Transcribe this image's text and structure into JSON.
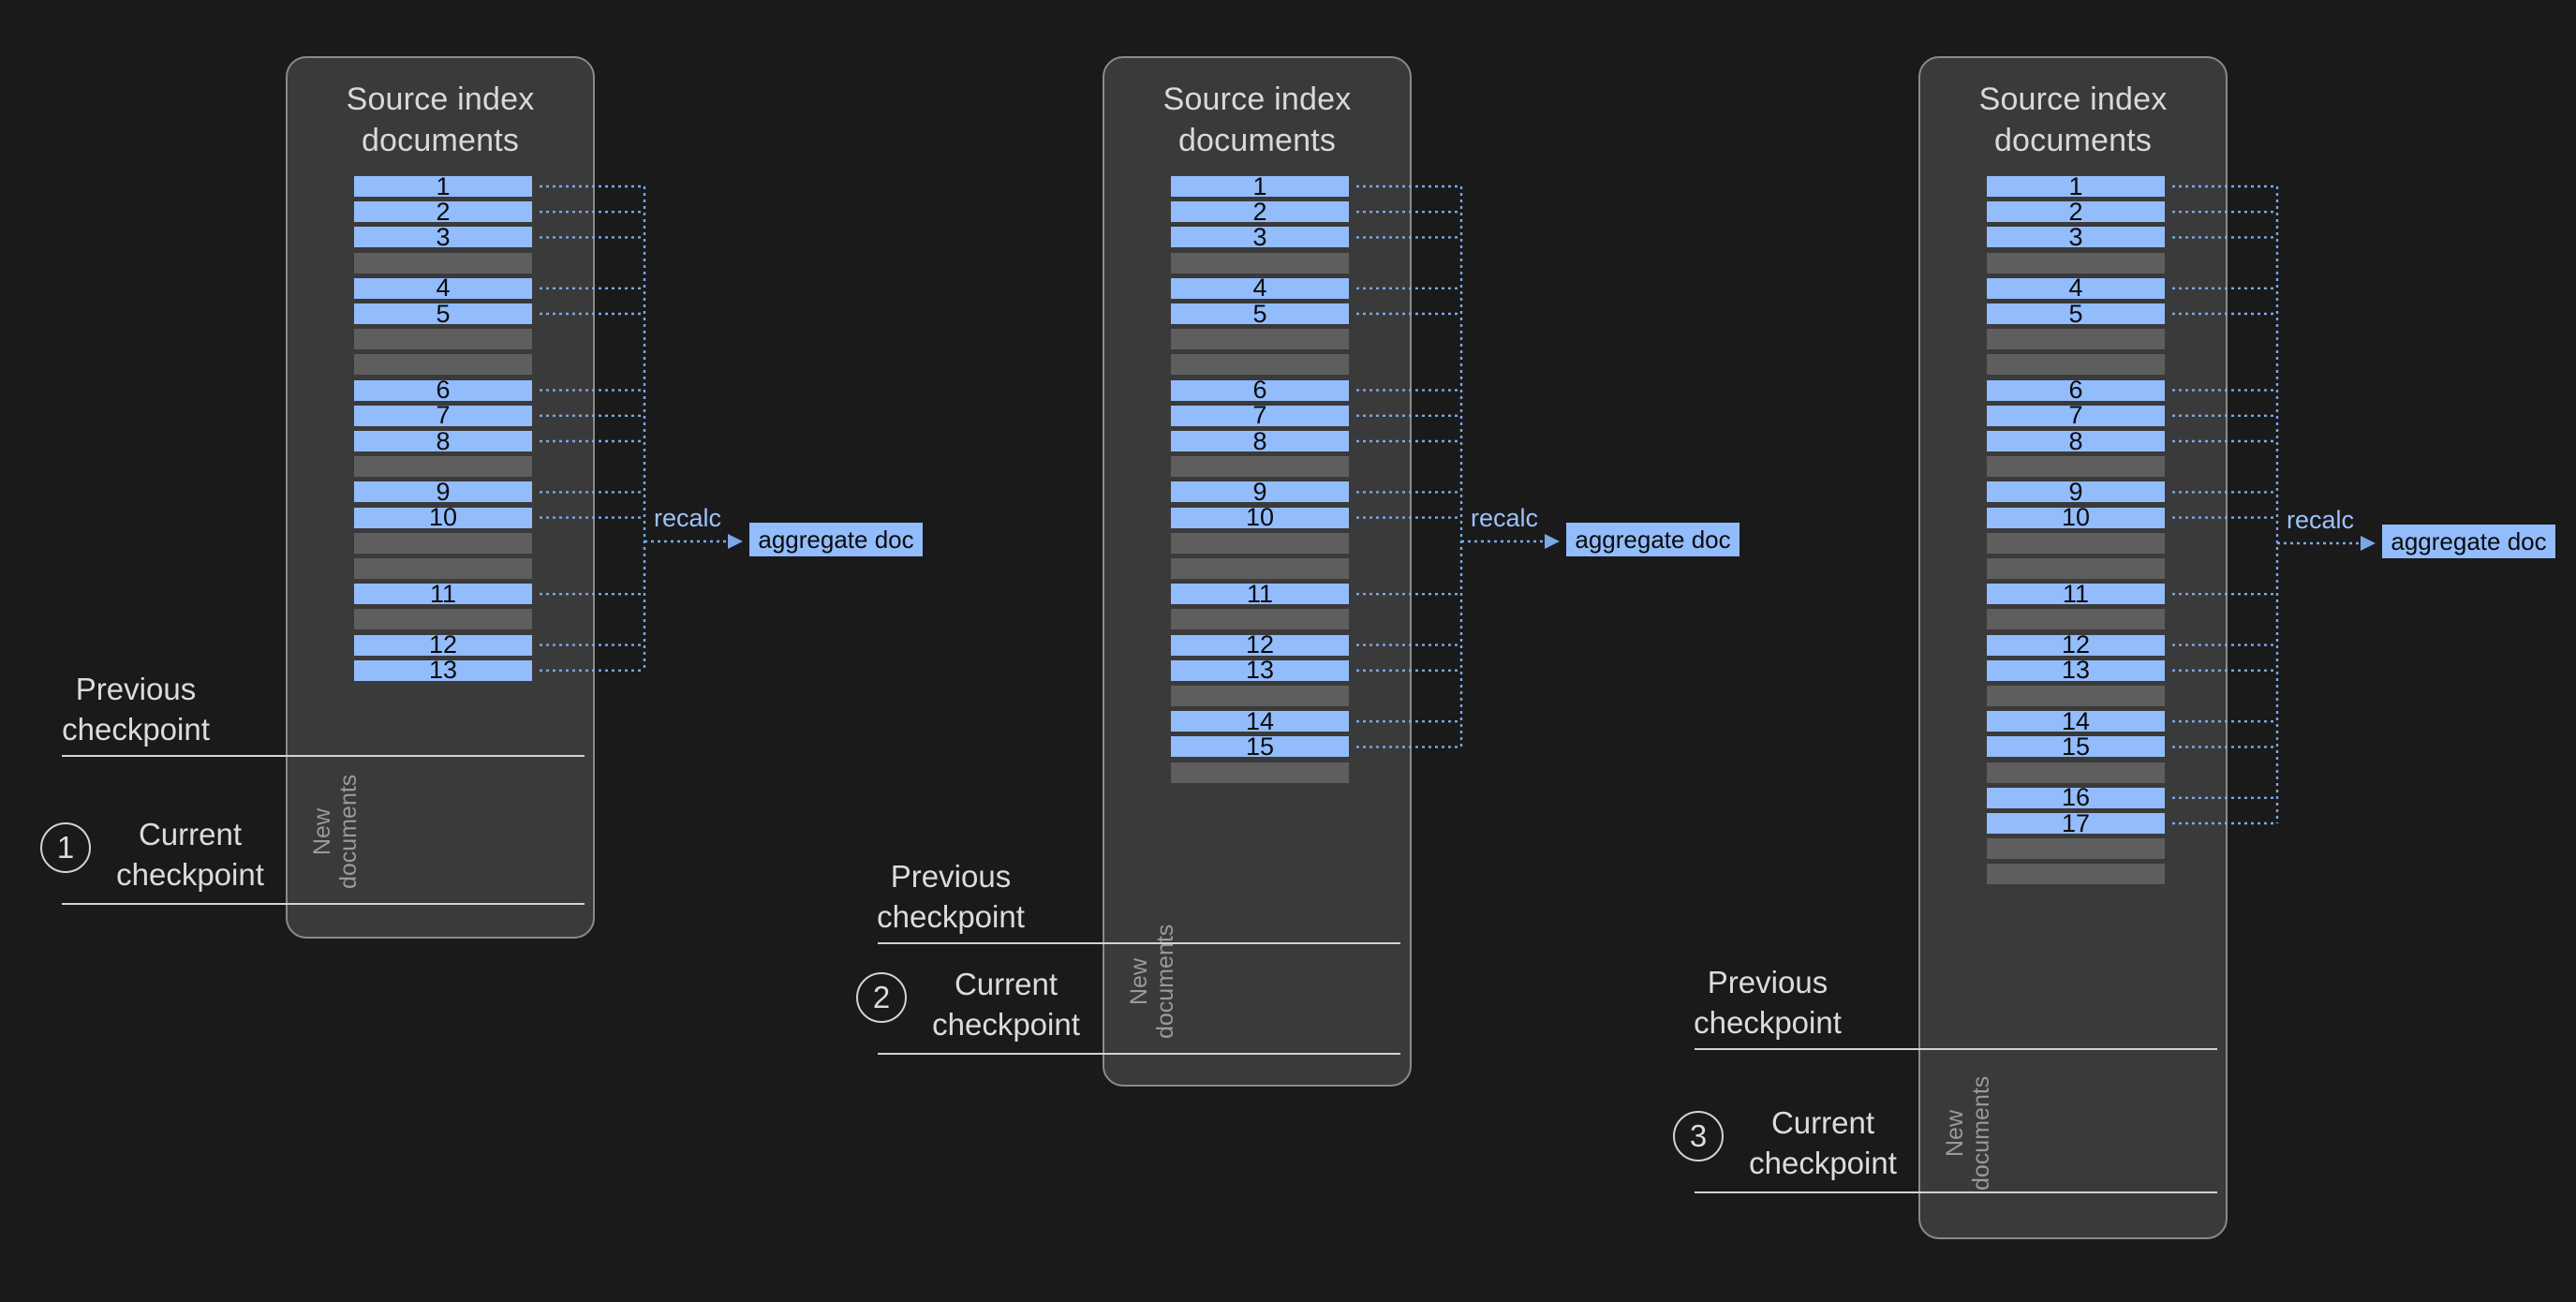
{
  "diagram": {
    "title": "Transform checkpoint / recalculation diagram",
    "background_color": "#1a1a1a",
    "doc_color": "#92bcfb",
    "gap_color": "#5e5e5e",
    "panel_color": "#3a3a3a",
    "wire_color": "#7ba7e8",
    "rule_color": "#d3d3d3"
  },
  "panels": [
    {
      "id": "panel-1",
      "title": "Source index\ndocuments",
      "new_documents_label": "New\ndocuments",
      "rows": [
        {
          "type": "doc",
          "label": "1"
        },
        {
          "type": "doc",
          "label": "2"
        },
        {
          "type": "doc",
          "label": "3"
        },
        {
          "type": "gap",
          "label": ""
        },
        {
          "type": "doc",
          "label": "4"
        },
        {
          "type": "doc",
          "label": "5"
        },
        {
          "type": "gap",
          "label": ""
        },
        {
          "type": "gap",
          "label": ""
        },
        {
          "type": "doc",
          "label": "6"
        },
        {
          "type": "doc",
          "label": "7"
        },
        {
          "type": "doc",
          "label": "8"
        },
        {
          "type": "gap",
          "label": ""
        },
        {
          "type": "doc",
          "label": "9"
        },
        {
          "type": "doc",
          "label": "10"
        },
        {
          "type": "gap",
          "label": ""
        },
        {
          "type": "gap",
          "label": ""
        },
        {
          "type": "doc",
          "label": "11"
        },
        {
          "type": "gap",
          "label": ""
        },
        {
          "type": "doc",
          "label": "12"
        },
        {
          "type": "doc",
          "label": "13"
        }
      ],
      "recalc_label": "recalc",
      "aggregate_doc_label": "aggregate doc"
    },
    {
      "id": "panel-2",
      "title": "Source index\ndocuments",
      "new_documents_label": "New\ndocuments",
      "rows": [
        {
          "type": "doc",
          "label": "1"
        },
        {
          "type": "doc",
          "label": "2"
        },
        {
          "type": "doc",
          "label": "3"
        },
        {
          "type": "gap",
          "label": ""
        },
        {
          "type": "doc",
          "label": "4"
        },
        {
          "type": "doc",
          "label": "5"
        },
        {
          "type": "gap",
          "label": ""
        },
        {
          "type": "gap",
          "label": ""
        },
        {
          "type": "doc",
          "label": "6"
        },
        {
          "type": "doc",
          "label": "7"
        },
        {
          "type": "doc",
          "label": "8"
        },
        {
          "type": "gap",
          "label": ""
        },
        {
          "type": "doc",
          "label": "9"
        },
        {
          "type": "doc",
          "label": "10"
        },
        {
          "type": "gap",
          "label": ""
        },
        {
          "type": "gap",
          "label": ""
        },
        {
          "type": "doc",
          "label": "11"
        },
        {
          "type": "gap",
          "label": ""
        },
        {
          "type": "doc",
          "label": "12"
        },
        {
          "type": "doc",
          "label": "13"
        },
        {
          "type": "gap",
          "label": ""
        },
        {
          "type": "doc",
          "label": "14"
        },
        {
          "type": "doc",
          "label": "15"
        },
        {
          "type": "gap",
          "label": ""
        }
      ],
      "recalc_label": "recalc",
      "aggregate_doc_label": "aggregate doc"
    },
    {
      "id": "panel-3",
      "title": "Source index\ndocuments",
      "new_documents_label": "New\ndocuments",
      "rows": [
        {
          "type": "doc",
          "label": "1"
        },
        {
          "type": "doc",
          "label": "2"
        },
        {
          "type": "doc",
          "label": "3"
        },
        {
          "type": "gap",
          "label": ""
        },
        {
          "type": "doc",
          "label": "4"
        },
        {
          "type": "doc",
          "label": "5"
        },
        {
          "type": "gap",
          "label": ""
        },
        {
          "type": "gap",
          "label": ""
        },
        {
          "type": "doc",
          "label": "6"
        },
        {
          "type": "doc",
          "label": "7"
        },
        {
          "type": "doc",
          "label": "8"
        },
        {
          "type": "gap",
          "label": ""
        },
        {
          "type": "doc",
          "label": "9"
        },
        {
          "type": "doc",
          "label": "10"
        },
        {
          "type": "gap",
          "label": ""
        },
        {
          "type": "gap",
          "label": ""
        },
        {
          "type": "doc",
          "label": "11"
        },
        {
          "type": "gap",
          "label": ""
        },
        {
          "type": "doc",
          "label": "12"
        },
        {
          "type": "doc",
          "label": "13"
        },
        {
          "type": "gap",
          "label": ""
        },
        {
          "type": "doc",
          "label": "14"
        },
        {
          "type": "doc",
          "label": "15"
        },
        {
          "type": "gap",
          "label": ""
        },
        {
          "type": "doc",
          "label": "16"
        },
        {
          "type": "doc",
          "label": "17"
        },
        {
          "type": "gap",
          "label": ""
        },
        {
          "type": "gap",
          "label": ""
        }
      ],
      "recalc_label": "recalc",
      "aggregate_doc_label": "aggregate doc"
    }
  ],
  "checkpoints": [
    {
      "id": "checkpoint-1",
      "step": "1",
      "previous_label": "Previous\ncheckpoint",
      "current_label": "Current\ncheckpoint"
    },
    {
      "id": "checkpoint-2",
      "step": "2",
      "previous_label": "Previous\ncheckpoint",
      "current_label": "Current\ncheckpoint"
    },
    {
      "id": "checkpoint-3",
      "step": "3",
      "previous_label": "Previous\ncheckpoint",
      "current_label": "Current\ncheckpoint"
    }
  ]
}
